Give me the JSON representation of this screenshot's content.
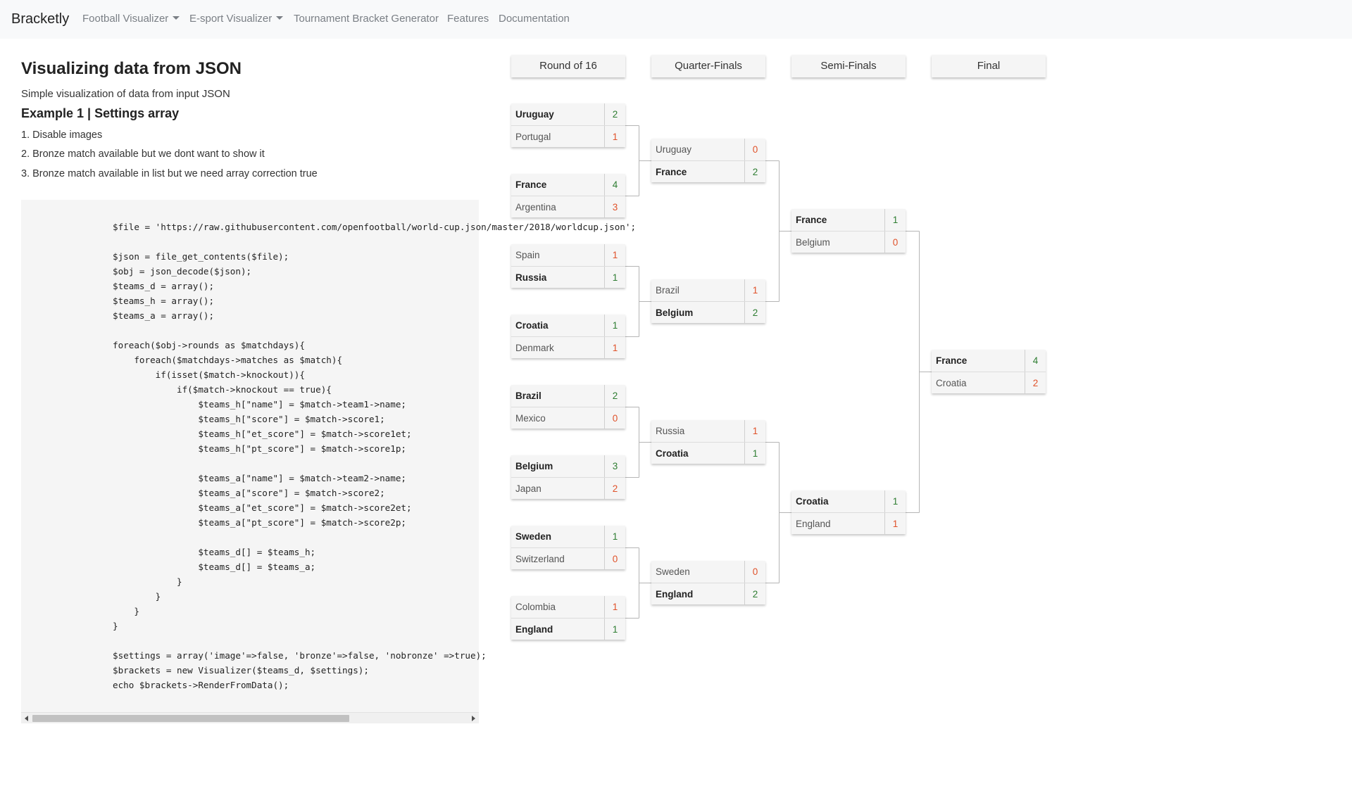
{
  "navbar": {
    "brand": "Bracketly",
    "items": [
      {
        "label": "Football Visualizer",
        "dropdown": true
      },
      {
        "label": "E-sport Visualizer",
        "dropdown": true
      },
      {
        "label": "Tournament Bracket Generator",
        "dropdown": false
      },
      {
        "label": "Features",
        "dropdown": false
      },
      {
        "label": "Documentation",
        "dropdown": false
      }
    ]
  },
  "content": {
    "title": "Visualizing data from JSON",
    "subtitle": "Simple visualization of data from input JSON",
    "example_title": "Example 1 | Settings array",
    "notes": [
      "1. Disable images",
      "2. Bronze match available but we dont want to show it",
      "3. Bronze match available in list but we need array correction true"
    ],
    "code": "$file = 'https://raw.githubusercontent.com/openfootball/world-cup.json/master/2018/worldcup.json';\n\n$json = file_get_contents($file);\n$obj = json_decode($json);\n$teams_d = array();\n$teams_h = array();\n$teams_a = array();\n\nforeach($obj->rounds as $matchdays){\n    foreach($matchdays->matches as $match){\n        if(isset($match->knockout)){\n            if($match->knockout == true){\n                $teams_h[\"name\"] = $match->team1->name;\n                $teams_h[\"score\"] = $match->score1;\n                $teams_h[\"et_score\"] = $match->score1et;\n                $teams_h[\"pt_score\"] = $match->score1p;\n\n                $teams_a[\"name\"] = $match->team2->name;\n                $teams_a[\"score\"] = $match->score2;\n                $teams_a[\"et_score\"] = $match->score2et;\n                $teams_a[\"pt_score\"] = $match->score2p;\n\n                $teams_d[] = $teams_h;\n                $teams_d[] = $teams_a;\n            }\n        }\n    }\n}\n\n$settings = array('image'=>false, 'bronze'=>false, 'nobronze' =>true);\n$brackets = new Visualizer($teams_d, $settings);\necho $brackets->RenderFromData();"
  },
  "bracket": {
    "colors": {
      "win": "#2e7d32",
      "loss": "#e0522a",
      "connector": "#b5b5b5"
    },
    "rounds": [
      {
        "name": "Round of 16",
        "matches": [
          {
            "home": {
              "name": "Uruguay",
              "score": "2"
            },
            "away": {
              "name": "Portugal",
              "score": "1"
            },
            "winner": "home"
          },
          {
            "home": {
              "name": "France",
              "score": "4"
            },
            "away": {
              "name": "Argentina",
              "score": "3"
            },
            "winner": "home"
          },
          {
            "home": {
              "name": "Spain",
              "score": "1"
            },
            "away": {
              "name": "Russia",
              "score": "1"
            },
            "winner": "away"
          },
          {
            "home": {
              "name": "Croatia",
              "score": "1"
            },
            "away": {
              "name": "Denmark",
              "score": "1"
            },
            "winner": "home"
          },
          {
            "home": {
              "name": "Brazil",
              "score": "2"
            },
            "away": {
              "name": "Mexico",
              "score": "0"
            },
            "winner": "home"
          },
          {
            "home": {
              "name": "Belgium",
              "score": "3"
            },
            "away": {
              "name": "Japan",
              "score": "2"
            },
            "winner": "home"
          },
          {
            "home": {
              "name": "Sweden",
              "score": "1"
            },
            "away": {
              "name": "Switzerland",
              "score": "0"
            },
            "winner": "home"
          },
          {
            "home": {
              "name": "Colombia",
              "score": "1"
            },
            "away": {
              "name": "England",
              "score": "1"
            },
            "winner": "away"
          }
        ]
      },
      {
        "name": "Quarter-Finals",
        "matches": [
          {
            "home": {
              "name": "Uruguay",
              "score": "0"
            },
            "away": {
              "name": "France",
              "score": "2"
            },
            "winner": "away"
          },
          {
            "home": {
              "name": "Brazil",
              "score": "1"
            },
            "away": {
              "name": "Belgium",
              "score": "2"
            },
            "winner": "away"
          },
          {
            "home": {
              "name": "Russia",
              "score": "1"
            },
            "away": {
              "name": "Croatia",
              "score": "1"
            },
            "winner": "away"
          },
          {
            "home": {
              "name": "Sweden",
              "score": "0"
            },
            "away": {
              "name": "England",
              "score": "2"
            },
            "winner": "away"
          }
        ]
      },
      {
        "name": "Semi-Finals",
        "matches": [
          {
            "home": {
              "name": "France",
              "score": "1"
            },
            "away": {
              "name": "Belgium",
              "score": "0"
            },
            "winner": "home"
          },
          {
            "home": {
              "name": "Croatia",
              "score": "1"
            },
            "away": {
              "name": "England",
              "score": "1"
            },
            "winner": "home"
          }
        ]
      },
      {
        "name": "Final",
        "matches": [
          {
            "home": {
              "name": "France",
              "score": "4"
            },
            "away": {
              "name": "Croatia",
              "score": "2"
            },
            "winner": "home"
          }
        ]
      }
    ]
  }
}
